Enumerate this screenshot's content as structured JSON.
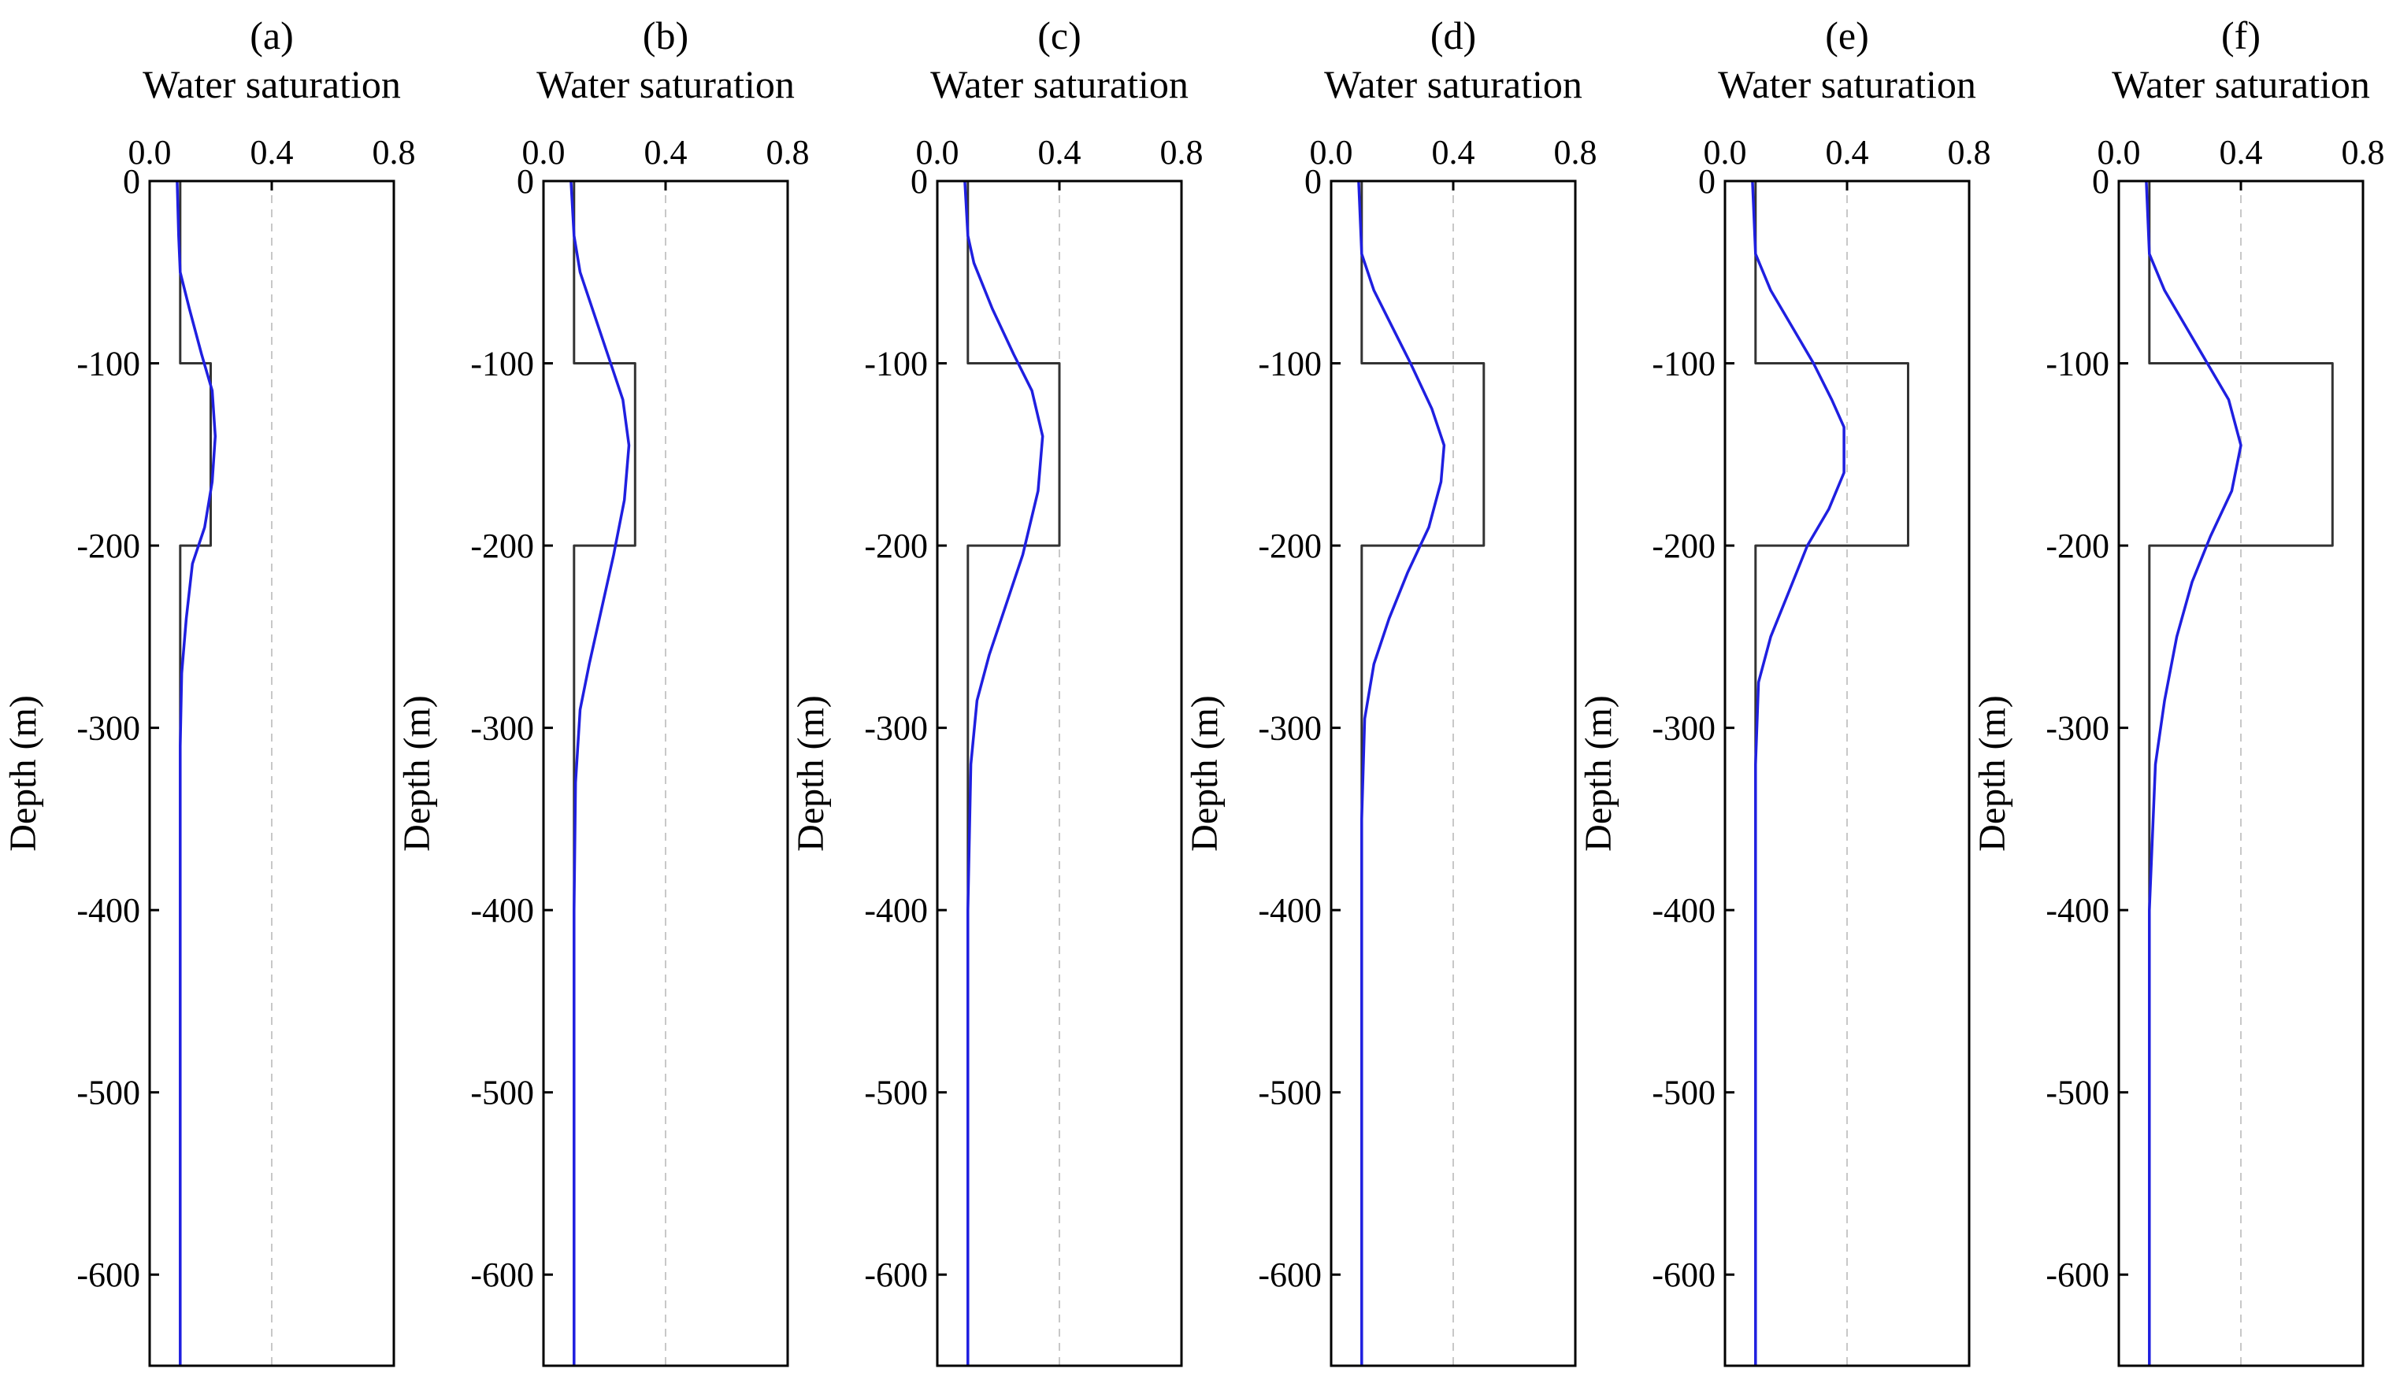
{
  "chart_data": [
    {
      "type": "line",
      "panel_label": "(a)",
      "xlabel": "Water saturation",
      "ylabel": "Depth (m)",
      "xlim": [
        0,
        0.8
      ],
      "ylim": [
        -650,
        0
      ],
      "xticks": [
        0.0,
        0.4,
        0.8
      ],
      "xtick_labels": [
        "0.0",
        "0.4",
        "0.8"
      ],
      "yticks": [
        0,
        -100,
        -200,
        -300,
        -400,
        -500,
        -600
      ],
      "ytick_labels": [
        "0",
        "-100",
        "-200",
        "-300",
        "-400",
        "-500",
        "-600"
      ],
      "grid": "vertical dashed at 0.4",
      "x_axis_position": "top",
      "series": [
        {
          "color": "#333333",
          "points": [
            [
              0.1,
              0
            ],
            [
              0.1,
              -100
            ],
            [
              0.2,
              -100
            ],
            [
              0.2,
              -200
            ],
            [
              0.1,
              -200
            ],
            [
              0.1,
              -650
            ]
          ]
        },
        {
          "color": "#1f1fe0",
          "points": [
            [
              0.09,
              0
            ],
            [
              0.095,
              -30
            ],
            [
              0.1,
              -50
            ],
            [
              0.13,
              -70
            ],
            [
              0.17,
              -95
            ],
            [
              0.205,
              -115
            ],
            [
              0.215,
              -140
            ],
            [
              0.205,
              -165
            ],
            [
              0.18,
              -190
            ],
            [
              0.14,
              -210
            ],
            [
              0.12,
              -240
            ],
            [
              0.105,
              -270
            ],
            [
              0.1,
              -310
            ],
            [
              0.1,
              -650
            ]
          ]
        }
      ]
    },
    {
      "type": "line",
      "panel_label": "(b)",
      "xlabel": "Water saturation",
      "ylabel": "Depth (m)",
      "xlim": [
        0,
        0.8
      ],
      "ylim": [
        -650,
        0
      ],
      "xticks": [
        0.0,
        0.4,
        0.8
      ],
      "xtick_labels": [
        "0.0",
        "0.4",
        "0.8"
      ],
      "yticks": [
        0,
        -100,
        -200,
        -300,
        -400,
        -500,
        -600
      ],
      "ytick_labels": [
        "0",
        "-100",
        "-200",
        "-300",
        "-400",
        "-500",
        "-600"
      ],
      "grid": "vertical dashed at 0.4",
      "x_axis_position": "top",
      "series": [
        {
          "color": "#333333",
          "points": [
            [
              0.1,
              0
            ],
            [
              0.1,
              -100
            ],
            [
              0.3,
              -100
            ],
            [
              0.3,
              -200
            ],
            [
              0.1,
              -200
            ],
            [
              0.1,
              -650
            ]
          ]
        },
        {
          "color": "#1f1fe0",
          "points": [
            [
              0.09,
              0
            ],
            [
              0.1,
              -30
            ],
            [
              0.12,
              -50
            ],
            [
              0.17,
              -75
            ],
            [
              0.22,
              -100
            ],
            [
              0.26,
              -120
            ],
            [
              0.28,
              -145
            ],
            [
              0.265,
              -175
            ],
            [
              0.23,
              -205
            ],
            [
              0.19,
              -235
            ],
            [
              0.15,
              -265
            ],
            [
              0.12,
              -290
            ],
            [
              0.105,
              -330
            ],
            [
              0.1,
              -400
            ],
            [
              0.1,
              -650
            ]
          ]
        }
      ]
    },
    {
      "type": "line",
      "panel_label": "(c)",
      "xlabel": "Water saturation",
      "ylabel": "Depth (m)",
      "xlim": [
        0,
        0.8
      ],
      "ylim": [
        -650,
        0
      ],
      "xticks": [
        0.0,
        0.4,
        0.8
      ],
      "xtick_labels": [
        "0.0",
        "0.4",
        "0.8"
      ],
      "yticks": [
        0,
        -100,
        -200,
        -300,
        -400,
        -500,
        -600
      ],
      "ytick_labels": [
        "0",
        "-100",
        "-200",
        "-300",
        "-400",
        "-500",
        "-600"
      ],
      "grid": "vertical dashed at 0.4",
      "x_axis_position": "top",
      "series": [
        {
          "color": "#333333",
          "points": [
            [
              0.1,
              0
            ],
            [
              0.1,
              -100
            ],
            [
              0.4,
              -100
            ],
            [
              0.4,
              -200
            ],
            [
              0.1,
              -200
            ],
            [
              0.1,
              -650
            ]
          ]
        },
        {
          "color": "#1f1fe0",
          "points": [
            [
              0.09,
              0
            ],
            [
              0.1,
              -30
            ],
            [
              0.12,
              -45
            ],
            [
              0.18,
              -70
            ],
            [
              0.25,
              -95
            ],
            [
              0.31,
              -115
            ],
            [
              0.345,
              -140
            ],
            [
              0.33,
              -170
            ],
            [
              0.28,
              -205
            ],
            [
              0.22,
              -235
            ],
            [
              0.17,
              -260
            ],
            [
              0.13,
              -285
            ],
            [
              0.11,
              -320
            ],
            [
              0.1,
              -400
            ],
            [
              0.1,
              -650
            ]
          ]
        }
      ]
    },
    {
      "type": "line",
      "panel_label": "(d)",
      "xlabel": "Water saturation",
      "ylabel": "Depth (m)",
      "xlim": [
        0,
        0.8
      ],
      "ylim": [
        -650,
        0
      ],
      "xticks": [
        0.0,
        0.4,
        0.8
      ],
      "xtick_labels": [
        "0.0",
        "0.4",
        "0.8"
      ],
      "yticks": [
        0,
        -100,
        -200,
        -300,
        -400,
        -500,
        -600
      ],
      "ytick_labels": [
        "0",
        "-100",
        "-200",
        "-300",
        "-400",
        "-500",
        "-600"
      ],
      "grid": "vertical dashed at 0.4",
      "x_axis_position": "top",
      "series": [
        {
          "color": "#333333",
          "points": [
            [
              0.1,
              0
            ],
            [
              0.1,
              -100
            ],
            [
              0.5,
              -100
            ],
            [
              0.5,
              -200
            ],
            [
              0.1,
              -200
            ],
            [
              0.1,
              -650
            ]
          ]
        },
        {
          "color": "#1f1fe0",
          "points": [
            [
              0.09,
              0
            ],
            [
              0.1,
              -40
            ],
            [
              0.14,
              -60
            ],
            [
              0.2,
              -80
            ],
            [
              0.26,
              -100
            ],
            [
              0.33,
              -125
            ],
            [
              0.37,
              -145
            ],
            [
              0.36,
              -165
            ],
            [
              0.32,
              -190
            ],
            [
              0.25,
              -215
            ],
            [
              0.19,
              -240
            ],
            [
              0.14,
              -265
            ],
            [
              0.11,
              -295
            ],
            [
              0.1,
              -350
            ],
            [
              0.1,
              -650
            ]
          ]
        }
      ]
    },
    {
      "type": "line",
      "panel_label": "(e)",
      "xlabel": "Water saturation",
      "ylabel": "Depth (m)",
      "xlim": [
        0,
        0.8
      ],
      "ylim": [
        -650,
        0
      ],
      "xticks": [
        0.0,
        0.4,
        0.8
      ],
      "xtick_labels": [
        "0.0",
        "0.4",
        "0.8"
      ],
      "yticks": [
        0,
        -100,
        -200,
        -300,
        -400,
        -500,
        -600
      ],
      "ytick_labels": [
        "0",
        "-100",
        "-200",
        "-300",
        "-400",
        "-500",
        "-600"
      ],
      "grid": "vertical dashed at 0.4",
      "x_axis_position": "top",
      "series": [
        {
          "color": "#333333",
          "points": [
            [
              0.1,
              0
            ],
            [
              0.1,
              -100
            ],
            [
              0.6,
              -100
            ],
            [
              0.6,
              -200
            ],
            [
              0.1,
              -200
            ],
            [
              0.1,
              -650
            ]
          ]
        },
        {
          "color": "#1f1fe0",
          "points": [
            [
              0.09,
              0
            ],
            [
              0.1,
              -40
            ],
            [
              0.15,
              -60
            ],
            [
              0.22,
              -80
            ],
            [
              0.29,
              -100
            ],
            [
              0.35,
              -120
            ],
            [
              0.39,
              -135
            ],
            [
              0.39,
              -160
            ],
            [
              0.34,
              -180
            ],
            [
              0.27,
              -200
            ],
            [
              0.21,
              -225
            ],
            [
              0.15,
              -250
            ],
            [
              0.11,
              -275
            ],
            [
              0.1,
              -320
            ],
            [
              0.1,
              -650
            ]
          ]
        }
      ]
    },
    {
      "type": "line",
      "panel_label": "(f)",
      "xlabel": "Water saturation",
      "ylabel": "Depth (m)",
      "xlim": [
        0,
        0.8
      ],
      "ylim": [
        -650,
        0
      ],
      "xticks": [
        0.0,
        0.4,
        0.8
      ],
      "xtick_labels": [
        "0.0",
        "0.4",
        "0.8"
      ],
      "yticks": [
        0,
        -100,
        -200,
        -300,
        -400,
        -500,
        -600
      ],
      "ytick_labels": [
        "0",
        "-100",
        "-200",
        "-300",
        "-400",
        "-500",
        "-600"
      ],
      "grid": "vertical dashed at 0.4",
      "x_axis_position": "top",
      "series": [
        {
          "color": "#333333",
          "points": [
            [
              0.1,
              0
            ],
            [
              0.1,
              -100
            ],
            [
              0.7,
              -100
            ],
            [
              0.7,
              -200
            ],
            [
              0.1,
              -200
            ],
            [
              0.1,
              -650
            ]
          ]
        },
        {
          "color": "#1f1fe0",
          "points": [
            [
              0.09,
              0
            ],
            [
              0.1,
              -40
            ],
            [
              0.15,
              -60
            ],
            [
              0.22,
              -80
            ],
            [
              0.29,
              -100
            ],
            [
              0.36,
              -120
            ],
            [
              0.4,
              -145
            ],
            [
              0.37,
              -170
            ],
            [
              0.3,
              -195
            ],
            [
              0.24,
              -220
            ],
            [
              0.19,
              -250
            ],
            [
              0.15,
              -285
            ],
            [
              0.12,
              -320
            ],
            [
              0.1,
              -400
            ],
            [
              0.1,
              -650
            ]
          ]
        }
      ]
    }
  ]
}
